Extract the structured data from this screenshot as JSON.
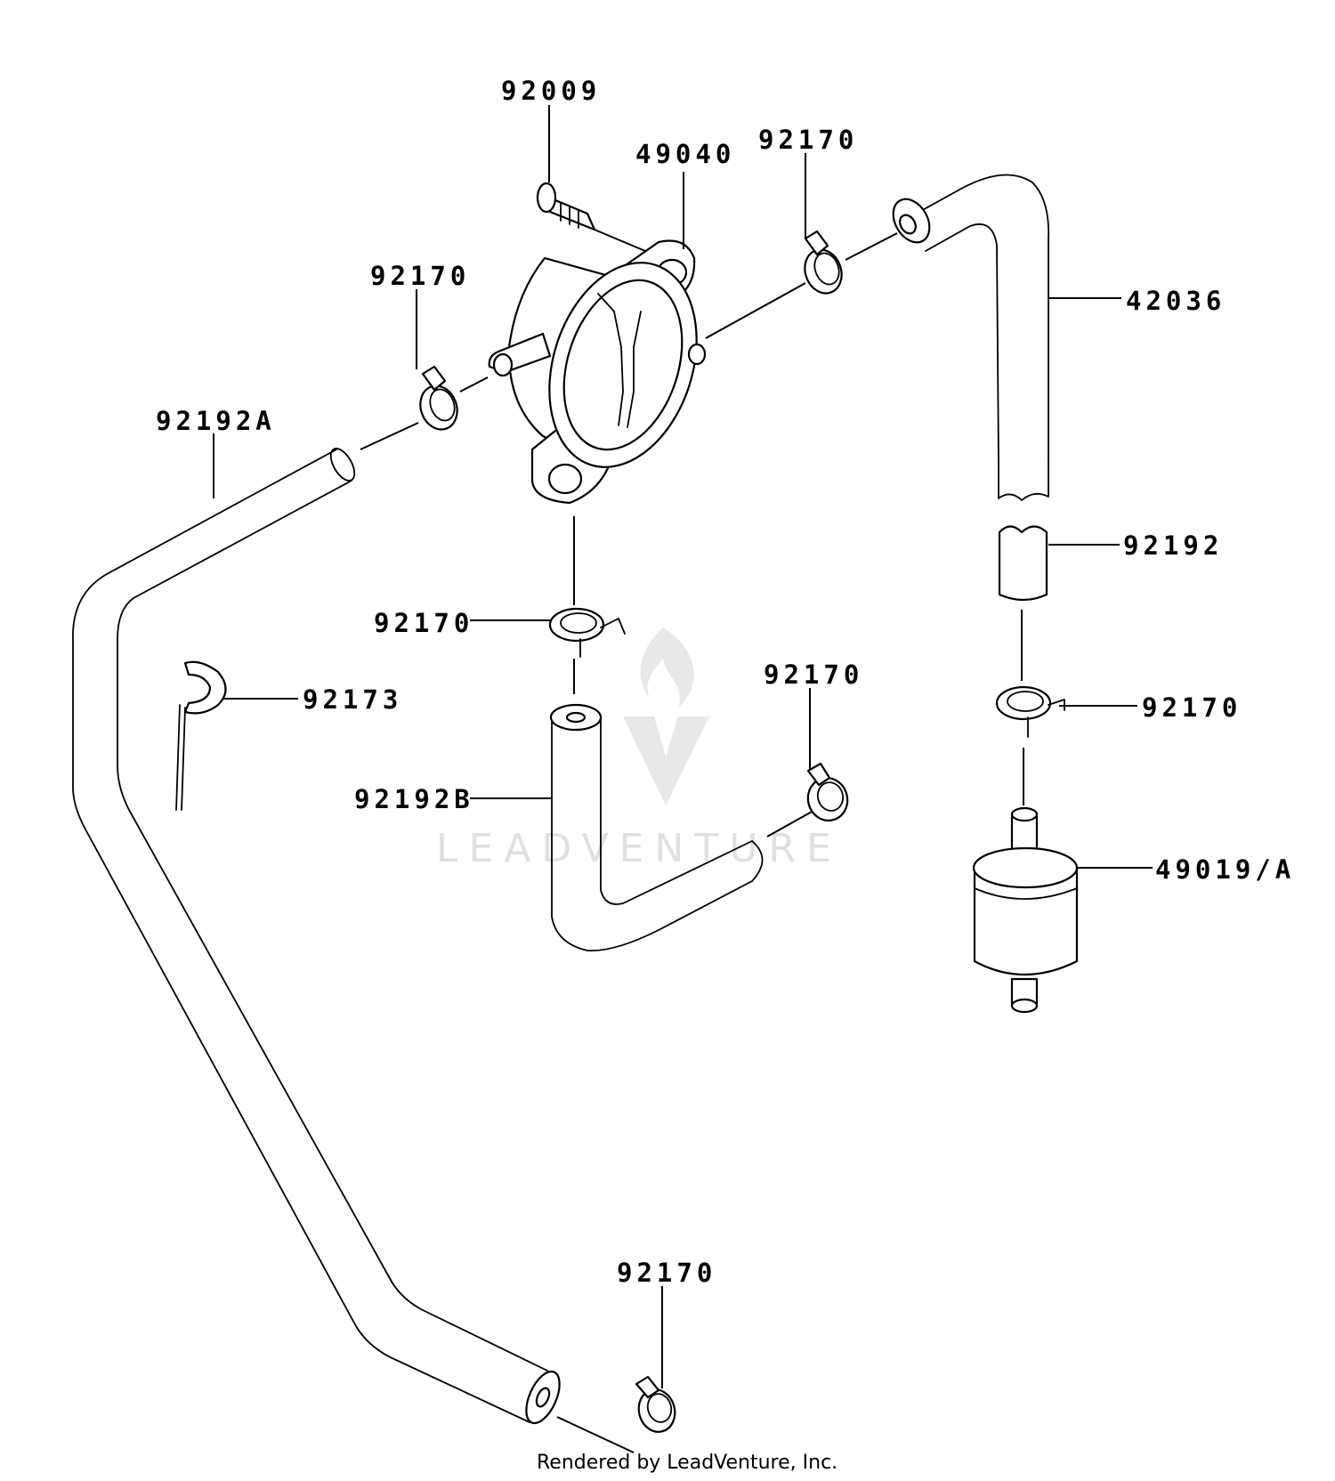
{
  "diagram": {
    "labels": {
      "p92009": "92009",
      "p49040": "49040",
      "p92170_top": "92170",
      "p92170_left": "92170",
      "p42036": "42036",
      "p92192A": "92192A",
      "p92192": "92192",
      "p92170_mid": "92170",
      "p92173": "92173",
      "p92170_center": "92170",
      "p92170_right": "92170",
      "p92192B": "92192B",
      "p49019A": "49019/A",
      "p92170_bottom": "92170"
    },
    "watermark": "LEADVENTURE",
    "footer": "Rendered by LeadVenture, Inc."
  }
}
